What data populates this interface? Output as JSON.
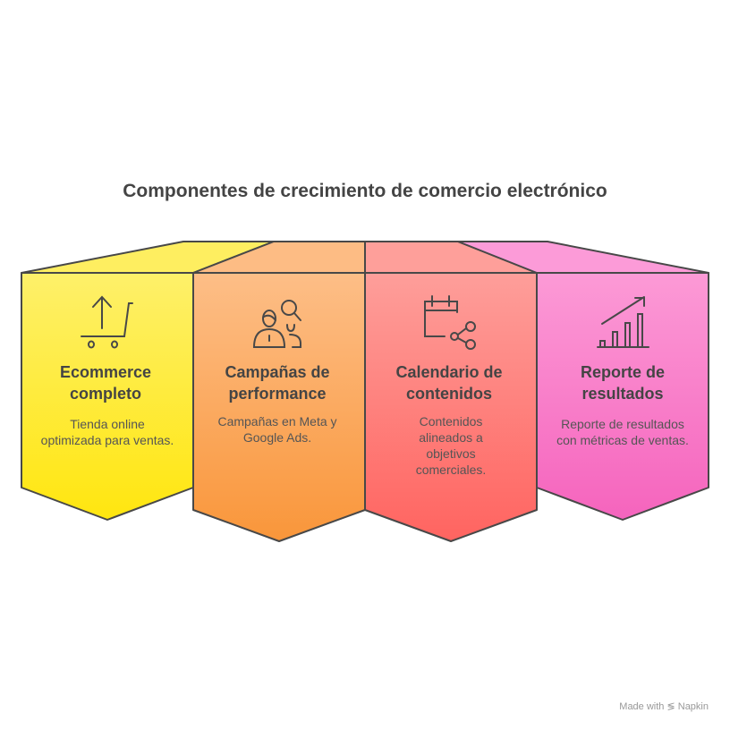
{
  "title": "Componentes de crecimiento de comercio electrónico",
  "panels": [
    {
      "heading_line1": "Ecommerce",
      "heading_line2": "completo",
      "desc": "Tienda online optimizada para ventas.",
      "icon": "cart-upload-icon",
      "color_top": "#FEF06A",
      "color_bottom": "#FFE60F"
    },
    {
      "heading_line1": "Campañas de",
      "heading_line2": "performance",
      "desc": "Campañas en Meta y Google Ads.",
      "icon": "people-search-icon",
      "color_top": "#FDBE87",
      "color_bottom": "#F9963A"
    },
    {
      "heading_line1": "Calendario de",
      "heading_line2": "contenidos",
      "desc": "Contenidos alineados a objetivos comerciales.",
      "icon": "calendar-share-icon",
      "color_top": "#FE9E9A",
      "color_bottom": "#FF6460"
    },
    {
      "heading_line1": "Reporte de",
      "heading_line2": "resultados",
      "desc": "Reporte de resultados con métricas de ventas.",
      "icon": "chart-growth-icon",
      "color_top": "#FC9AD6",
      "color_bottom": "#F564BD"
    }
  ],
  "footer": "Made with ≶ Napkin"
}
